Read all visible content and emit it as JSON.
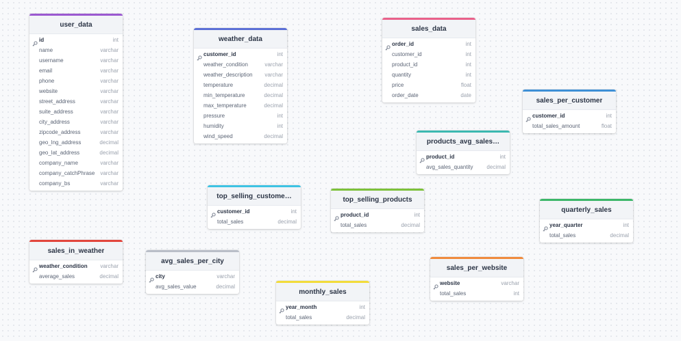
{
  "tables": [
    {
      "id": "user_data",
      "name": "user_data",
      "color": "#9b59d0",
      "columns": [
        {
          "name": "id",
          "type": "int",
          "pk": true
        },
        {
          "name": "name",
          "type": "varchar"
        },
        {
          "name": "username",
          "type": "varchar"
        },
        {
          "name": "email",
          "type": "varchar"
        },
        {
          "name": "phone",
          "type": "varchar"
        },
        {
          "name": "website",
          "type": "varchar"
        },
        {
          "name": "street_address",
          "type": "varchar"
        },
        {
          "name": "suite_address",
          "type": "varchar"
        },
        {
          "name": "city_address",
          "type": "varchar"
        },
        {
          "name": "zipcode_address",
          "type": "varchar"
        },
        {
          "name": "geo_lng_address",
          "type": "decimal"
        },
        {
          "name": "geo_lat_address",
          "type": "decimal"
        },
        {
          "name": "company_name",
          "type": "varchar"
        },
        {
          "name": "company_catchPhrase",
          "type": "varchar"
        },
        {
          "name": "company_bs",
          "type": "varchar"
        }
      ]
    },
    {
      "id": "weather_data",
      "name": "weather_data",
      "color": "#5b6fd6",
      "columns": [
        {
          "name": "customer_id",
          "type": "int",
          "pk": true
        },
        {
          "name": "weather_condition",
          "type": "varchar"
        },
        {
          "name": "weather_description",
          "type": "varchar"
        },
        {
          "name": "temperature",
          "type": "decimal"
        },
        {
          "name": "min_temperature",
          "type": "decimal"
        },
        {
          "name": "max_temperature",
          "type": "decimal"
        },
        {
          "name": "pressure",
          "type": "int"
        },
        {
          "name": "humidity",
          "type": "int"
        },
        {
          "name": "wind_speed",
          "type": "decimal"
        }
      ]
    },
    {
      "id": "sales_data",
      "name": "sales_data",
      "color": "#e9608a",
      "columns": [
        {
          "name": "order_id",
          "type": "int",
          "pk": true
        },
        {
          "name": "customer_id",
          "type": "int"
        },
        {
          "name": "product_id",
          "type": "int"
        },
        {
          "name": "quantity",
          "type": "int"
        },
        {
          "name": "price",
          "type": "float"
        },
        {
          "name": "order_date",
          "type": "date"
        }
      ]
    },
    {
      "id": "sales_per_customer",
      "name": "sales_per_customer",
      "color": "#3d8fd6",
      "columns": [
        {
          "name": "customer_id",
          "type": "int",
          "pk": true
        },
        {
          "name": "total_sales_amount",
          "type": "float"
        }
      ]
    },
    {
      "id": "products_avg_sales",
      "name": "products_avg_sales…",
      "color": "#3bb8b0",
      "columns": [
        {
          "name": "product_id",
          "type": "int",
          "pk": true
        },
        {
          "name": "avg_sales_quantity",
          "type": "decimal"
        }
      ]
    },
    {
      "id": "top_selling_customers",
      "name": "top_selling_custome…",
      "color": "#3ec3e3",
      "columns": [
        {
          "name": "customer_id",
          "type": "int",
          "pk": true
        },
        {
          "name": "total_sales",
          "type": "decimal"
        }
      ]
    },
    {
      "id": "top_selling_products",
      "name": "top_selling_products",
      "color": "#7dc13a",
      "columns": [
        {
          "name": "product_id",
          "type": "int",
          "pk": true
        },
        {
          "name": "total_sales",
          "type": "decimal"
        }
      ]
    },
    {
      "id": "quarterly_sales",
      "name": "quarterly_sales",
      "color": "#3cb769",
      "columns": [
        {
          "name": "year_quarter",
          "type": "int",
          "pk": true
        },
        {
          "name": "total_sales",
          "type": "decimal"
        }
      ]
    },
    {
      "id": "sales_in_weather",
      "name": "sales_in_weather",
      "color": "#e2453c",
      "columns": [
        {
          "name": "weather_condition",
          "type": "varchar",
          "pk": true
        },
        {
          "name": "average_sales",
          "type": "decimal"
        }
      ]
    },
    {
      "id": "avg_sales_per_city",
      "name": "avg_sales_per_city",
      "color": "#b9bec8",
      "columns": [
        {
          "name": "city",
          "type": "varchar",
          "pk": true
        },
        {
          "name": "avg_sales_value",
          "type": "decimal"
        }
      ]
    },
    {
      "id": "monthly_sales",
      "name": "monthly_sales",
      "color": "#f2dc3a",
      "columns": [
        {
          "name": "year_month",
          "type": "int",
          "pk": true
        },
        {
          "name": "total_sales",
          "type": "decimal"
        }
      ]
    },
    {
      "id": "sales_per_website",
      "name": "sales_per_website",
      "color": "#f08a3c",
      "columns": [
        {
          "name": "website",
          "type": "varchar",
          "pk": true
        },
        {
          "name": "total_sales",
          "type": "int"
        }
      ]
    }
  ]
}
